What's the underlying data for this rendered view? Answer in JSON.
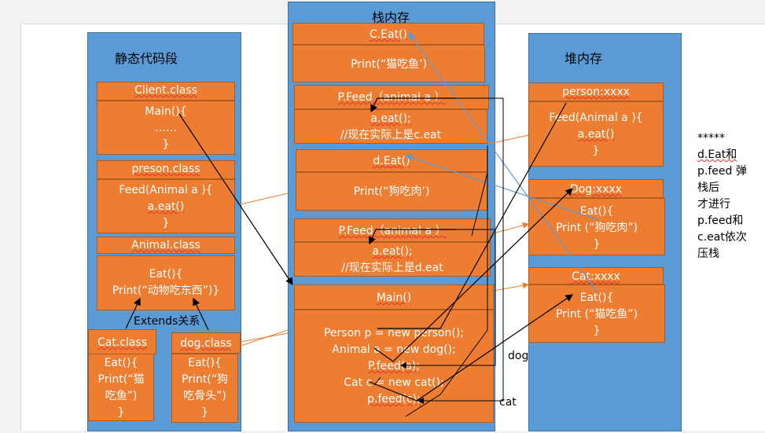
{
  "static_segment": {
    "title": "静态代码段",
    "client": {
      "header": "Client.class",
      "lines": [
        "Main(){",
        "……",
        "}"
      ]
    },
    "preson": {
      "header": "preson.class",
      "lines": [
        "Feed(Animal a ){",
        "a.eat()",
        "}"
      ]
    },
    "animal": {
      "header": "Animal.class",
      "lines": [
        "Eat(){",
        "Print(“动物吃东西”)}"
      ]
    },
    "extends_label": "Extends关系",
    "cat": {
      "header": "Cat.class",
      "lines": [
        "Eat(){",
        "Print(“猫",
        "吃鱼”)",
        "}"
      ]
    },
    "dog": {
      "header": "dog.class",
      "lines": [
        "Eat(){",
        "Print(“狗",
        "吃骨头”)",
        "}"
      ]
    }
  },
  "stack": {
    "title": "栈内存",
    "c_eat": {
      "header": "C.Eat()",
      "body": "Print(“猫吃鱼’)"
    },
    "p_feed_1": {
      "header": "P.Feed（animal a ）",
      "lines": [
        "a.eat();",
        "//现在实际上是c.eat"
      ]
    },
    "d_eat": {
      "header": "d.Eat()",
      "body": "Print(“狗吃肉’)"
    },
    "p_feed_2": {
      "header": "P.Feed（animal a ）",
      "lines": [
        "a.eat();",
        "//现在实际上是d.eat"
      ]
    },
    "main": {
      "header": "Main()",
      "lines": [
        "Person p = new person();",
        "Animal a = new dog();",
        "P.feed(a);",
        "Cat c = new cat();",
        "p.feed(c);"
      ]
    },
    "dog_label": "dog",
    "cat_label": "cat"
  },
  "heap": {
    "title": "堆内存",
    "person": {
      "header": "person:xxxx",
      "lines": [
        "Feed(Animal a ){",
        "a.eat()",
        "}"
      ]
    },
    "dog": {
      "header": "Dog:xxxx",
      "lines": [
        "Eat(){",
        "Print (“狗吃肉”)",
        "}"
      ]
    },
    "cat": {
      "header": "Cat:xxxx",
      "lines": [
        "Eat(){",
        "Print (“猫吃鱼”)",
        "}"
      ]
    }
  },
  "note": {
    "lines": [
      "*****",
      "d.Eat和",
      "p.feed 弹",
      "栈后",
      "才进行",
      "p.feed和",
      "c.eat依次",
      "压栈"
    ]
  },
  "colors": {
    "column": "#5b9bd5",
    "box": "#ed7d31",
    "line": "#000000",
    "blue_line": "#5b9bd5",
    "orange_line": "#ed7d31"
  }
}
